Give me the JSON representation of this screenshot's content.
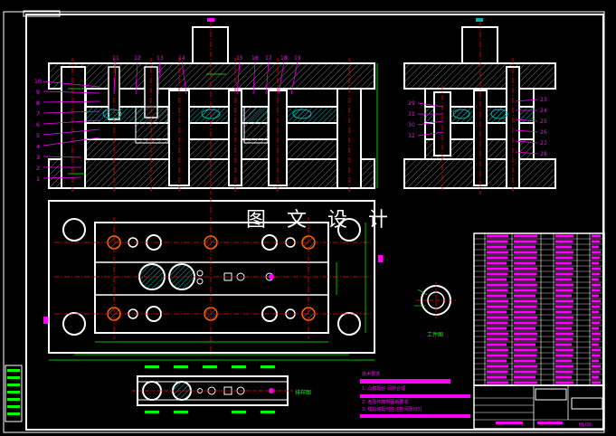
{
  "watermark": "图 文 设 计",
  "colors": {
    "background": "#000000",
    "outline": "#ffffff",
    "centerline": "#ff0000",
    "hatch": "#00b3b3",
    "label": "#ff00ff",
    "dimension": "#00ff00",
    "table_text": "#ff00ff"
  },
  "front_view_left_labels": [
    "10",
    "9",
    "8",
    "7",
    "6",
    "5",
    "4",
    "3",
    "2",
    "1"
  ],
  "front_view_top_labels": [
    "11",
    "12",
    "13",
    "14",
    "15",
    "16",
    "17",
    "18",
    "19"
  ],
  "side_view_left_labels": [
    "29",
    "31",
    "30",
    "32"
  ],
  "side_view_right_labels": [
    "23",
    "24",
    "25",
    "26",
    "27",
    "28"
  ],
  "strip_label": "排样图",
  "small_part_label": "工件图",
  "notes": {
    "title": "技术要求",
    "items": [
      "1. 凸模配合 间隙合理",
      "2. 各零件按照图纸要求",
      "3. 模具装配时应注意间隙均匀"
    ]
  },
  "title_block": {
    "drawing_no": "HJ-00"
  }
}
